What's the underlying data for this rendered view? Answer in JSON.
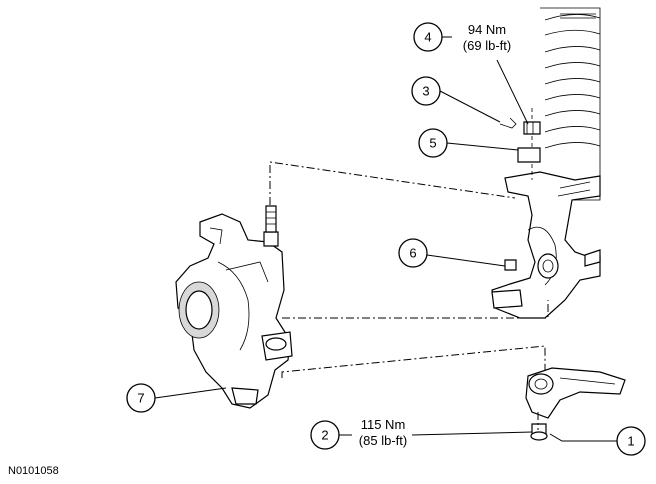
{
  "figure_id": "N0101058",
  "callouts": [
    {
      "number": "1"
    },
    {
      "number": "2",
      "torque_nm": "115 Nm",
      "torque_lbft": "(85 lb-ft)"
    },
    {
      "number": "3"
    },
    {
      "number": "4",
      "torque_nm": "94 Nm",
      "torque_lbft": "(69 lb-ft)"
    },
    {
      "number": "5"
    },
    {
      "number": "6"
    },
    {
      "number": "7"
    }
  ]
}
